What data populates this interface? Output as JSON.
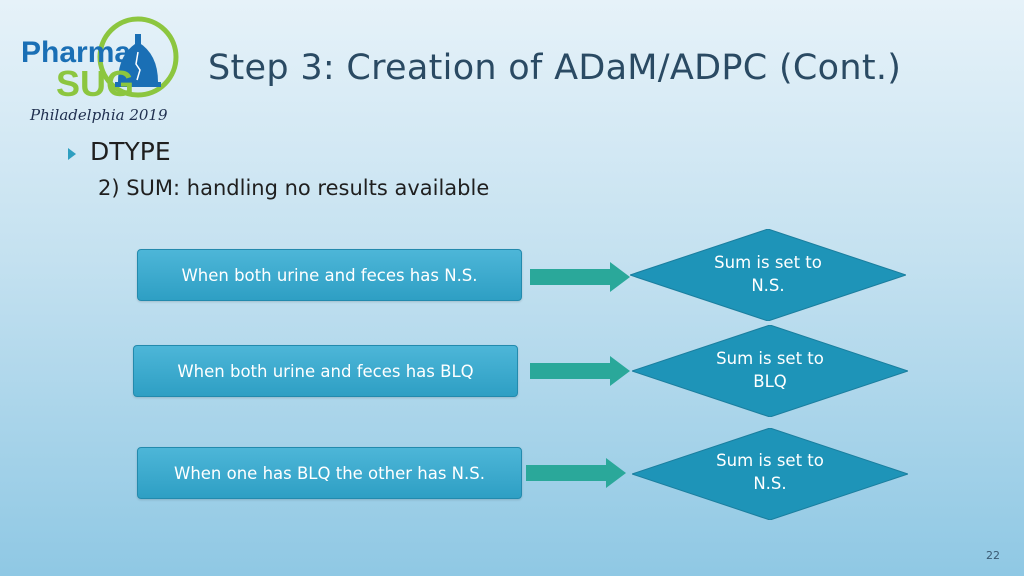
{
  "logo": {
    "line1": "Pharma",
    "line2": "SUG",
    "line3": "Philadelphia 2019"
  },
  "title": "Step 3: Creation of ADaM/ADPC (Cont.)",
  "bullet": {
    "heading": "DTYPE",
    "subheading": "2) SUM: handling no results available"
  },
  "rows": [
    {
      "condition": "When both urine and feces has N.S.",
      "result_line1": "Sum is set to",
      "result_line2": "N.S."
    },
    {
      "condition": "When both urine and feces has BLQ",
      "result_line1": "Sum is set to",
      "result_line2": "BLQ"
    },
    {
      "condition": "When one has BLQ the other has N.S.",
      "result_line1": "Sum is set to",
      "result_line2": "N.S."
    }
  ],
  "colors": {
    "box": "#3aa9cf",
    "arrow": "#2aa89a",
    "diamond": "#1e94b8",
    "title": "#2a4a63"
  },
  "page_number": "22"
}
